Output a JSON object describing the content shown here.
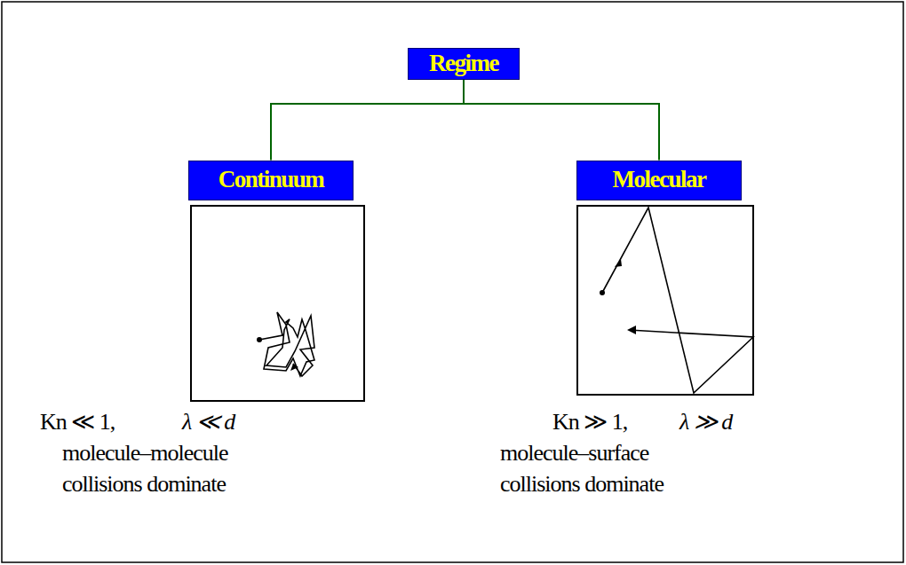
{
  "diagram": {
    "nodes": [
      {
        "text": [
          "Regime"
        ]
      },
      {
        "text": [
          "Continuum"
        ]
      },
      {
        "text": [
          "Molecular"
        ]
      }
    ],
    "edges": [
      {
        "from": 0,
        "to": 1,
        "arrow": "none"
      },
      {
        "from": 0,
        "to": 2,
        "arrow": "none"
      }
    ],
    "labels": [
      "Kn ≪ 1,",
      "λ ≪ d",
      "molecule–molecule collisions dominate",
      "Kn ≫ 1,",
      "λ ≫ d",
      "molecule–surface collisions dominate"
    ]
  }
}
